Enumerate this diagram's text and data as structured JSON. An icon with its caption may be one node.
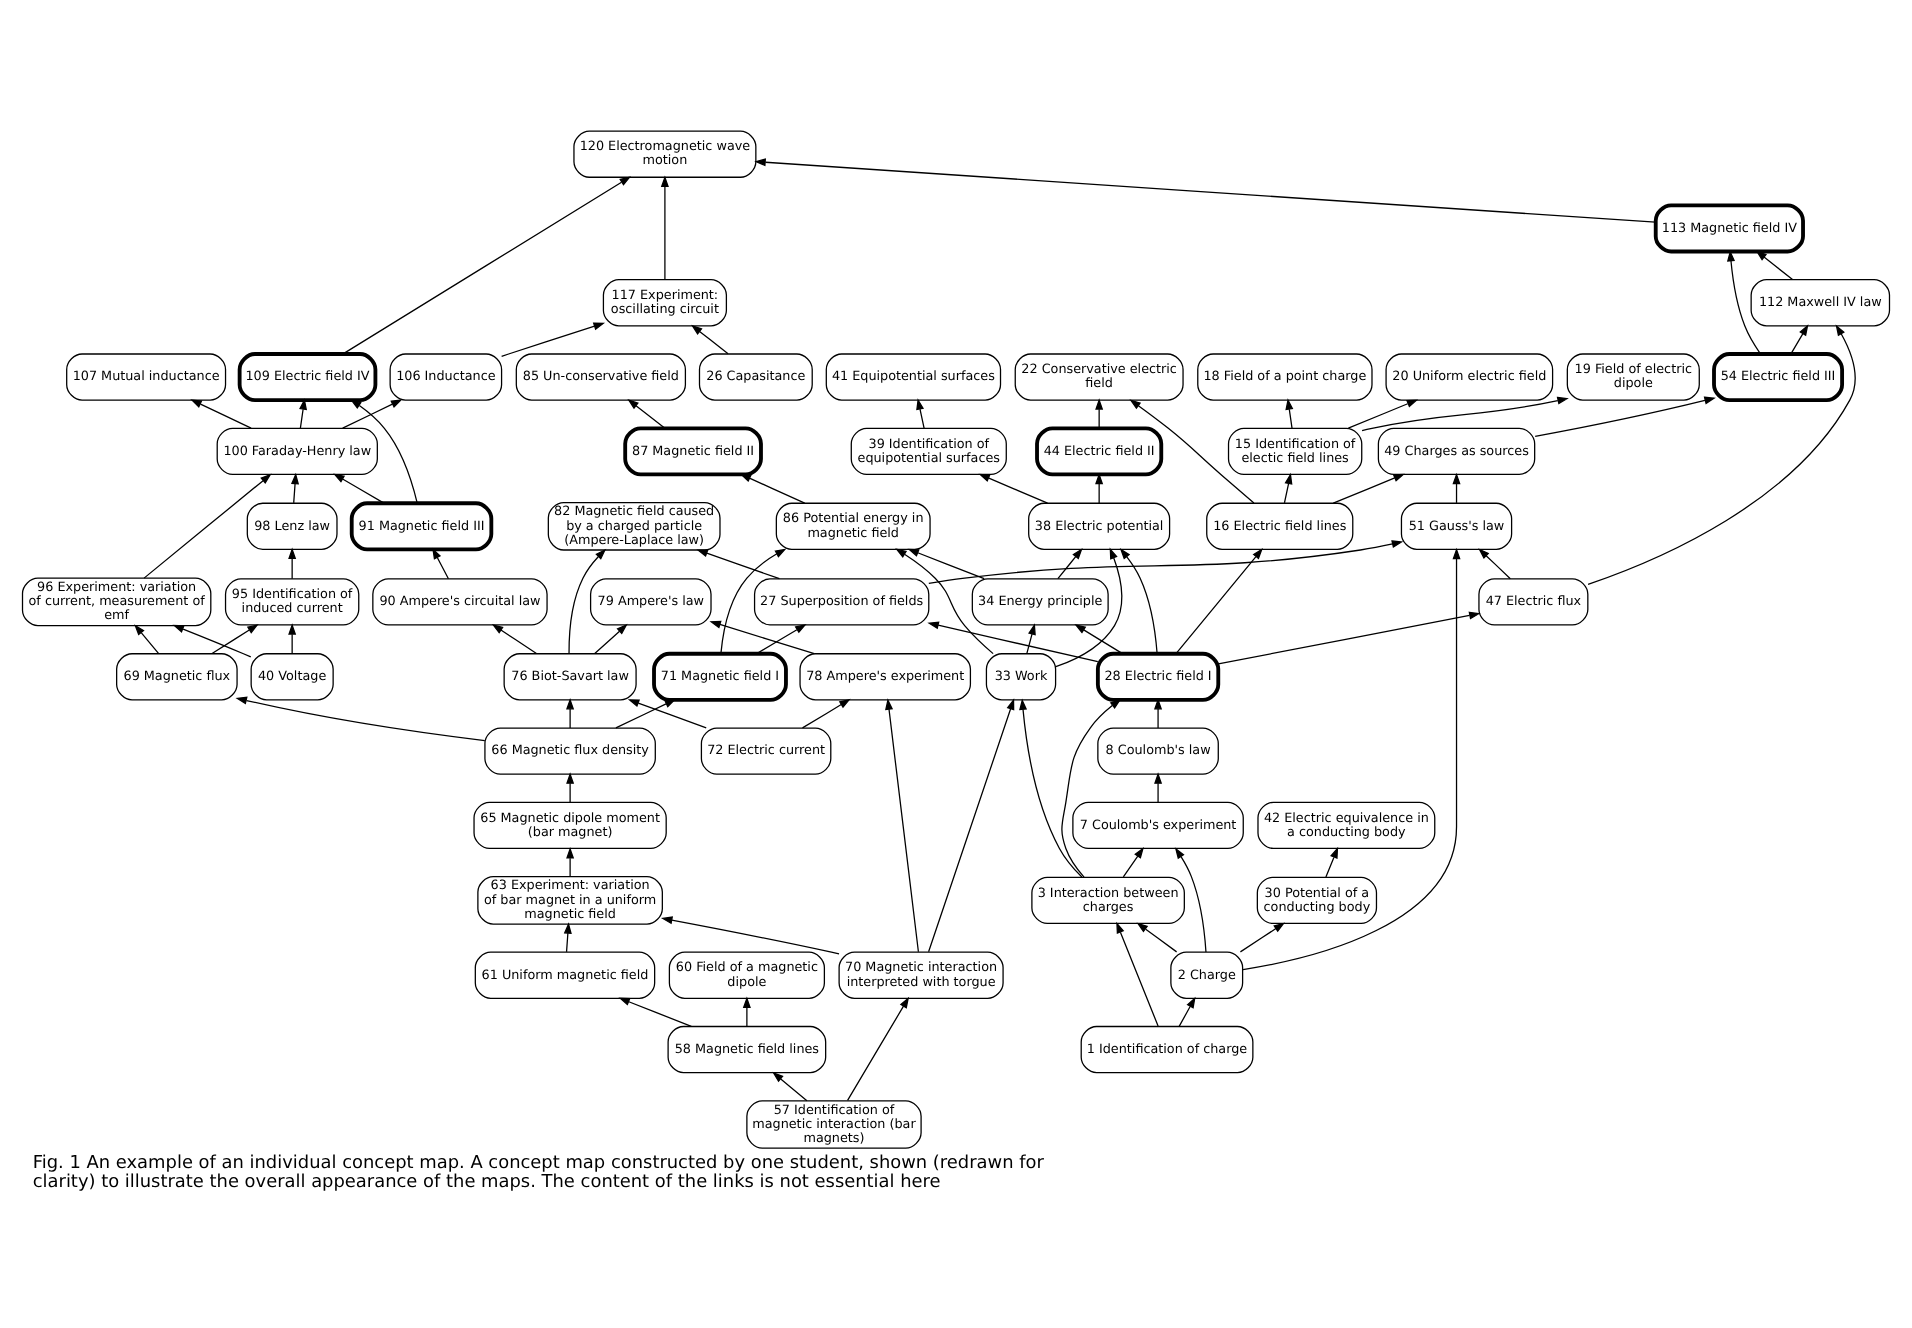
{
  "diagram": {
    "caption": "Fig. 1 An example of an individual concept map. A concept map constructed by one student, shown (redrawn for clarity) to illustrate the overall appearance of the maps. The content of the links is not essential here",
    "nodes": [
      {
        "text": [
          "109 Electric field IV"
        ]
      },
      {
        "text": [
          "112 Maxwell IV law"
        ]
      },
      {
        "text": [
          "120 Electromagnetic wave motion"
        ]
      },
      {
        "text": [
          "100 Faraday-Henry law"
        ]
      },
      {
        "text": [
          "113 Magnetic field IV"
        ]
      },
      {
        "text": [
          "54 Electric field III"
        ]
      },
      {
        "text": [
          "106 Inductance"
        ]
      },
      {
        "text": [
          "26 Capasitance"
        ]
      },
      {
        "text": [
          "117 Experiment: oscillating circuit"
        ]
      },
      {
        "text": [
          "98 Lenz law"
        ]
      },
      {
        "text": [
          "95 Identification of induced current"
        ]
      },
      {
        "text": [
          "107 Mutual inductance"
        ]
      },
      {
        "text": [
          "22 Conservative electric field"
        ]
      },
      {
        "text": [
          "41 Equipotential surfaces"
        ]
      },
      {
        "text": [
          "85 Un-conservative field"
        ]
      },
      {
        "text": [
          "20 Uniform electric field"
        ]
      },
      {
        "text": [
          "19 Field of electric dipole"
        ]
      },
      {
        "text": [
          "96 Experiment: variation of current, measurement of emf"
        ]
      },
      {
        "text": [
          "40 Voltage"
        ]
      },
      {
        "text": [
          "18 Field of a point charge"
        ]
      },
      {
        "text": [
          "15 Identification of electic field lines"
        ]
      },
      {
        "text": [
          "39 Identification of equipotential surfaces"
        ]
      },
      {
        "text": [
          "44 Electric field II"
        ]
      },
      {
        "text": [
          "87 Magnetic field II"
        ]
      },
      {
        "text": [
          "69 Magnetic flux"
        ]
      },
      {
        "text": [
          "90 Ampere's circuital law"
        ]
      },
      {
        "text": [
          "91 Magnetic field III"
        ]
      },
      {
        "text": [
          "49 Charges as sources"
        ]
      },
      {
        "text": [
          "16 Electric field lines"
        ]
      },
      {
        "text": [
          "38 Electric potential"
        ]
      },
      {
        "text": [
          "27 Superposition of fields"
        ]
      },
      {
        "text": [
          "82 Magnetic field caused by a charged particle (Ampere-Laplace law)"
        ]
      },
      {
        "text": [
          "76 Biot-Savart law"
        ]
      },
      {
        "text": [
          "79 Ampere's law"
        ]
      },
      {
        "text": [
          "78 Ampere's experiment"
        ]
      },
      {
        "text": [
          "47 Electric flux"
        ]
      },
      {
        "text": [
          "51 Gauss's law"
        ]
      },
      {
        "text": [
          "34 Energy principle"
        ]
      },
      {
        "text": [
          "86 Potential energy in magnetic field"
        ]
      },
      {
        "text": [
          "71 Magnetic field I"
        ]
      },
      {
        "text": [
          "28 Electric field I"
        ]
      },
      {
        "text": [
          "72 Electric current"
        ]
      },
      {
        "text": [
          "66 Magnetic flux density"
        ]
      },
      {
        "text": [
          "65 Magnetic dipole moment (bar magnet)"
        ]
      },
      {
        "text": [
          "8 Coulomb's law"
        ]
      },
      {
        "text": [
          "33 Work"
        ]
      },
      {
        "text": [
          "63 Experiment: variation of bar magnet in a uniform magnetic field"
        ]
      },
      {
        "text": [
          "61 Uniform magnetic field"
        ]
      },
      {
        "text": [
          "42 Electric equivalence in a conducting body"
        ]
      },
      {
        "text": [
          "7 Coulomb's experiment"
        ]
      },
      {
        "text": [
          "70 Magnetic interaction interpreted with torgue"
        ]
      },
      {
        "text": [
          "58 Magnetic field lines"
        ]
      },
      {
        "text": [
          "60 Field of a magnetic dipole"
        ]
      },
      {
        "text": [
          "30 Potential of a conducting body"
        ]
      },
      {
        "text": [
          "3 Interaction between charges"
        ]
      },
      {
        "text": [
          "2 Charge"
        ]
      },
      {
        "text": [
          "57 Identification of magnetic interaction (bar magnets)"
        ]
      },
      {
        "text": [
          "1 Identification of charge"
        ]
      }
    ],
    "edges": [
      {
        "from": 5,
        "to": 1,
        "arrow": "to"
      },
      {
        "from": 5,
        "to": 4,
        "arrow": "to"
      },
      {
        "from": 1,
        "to": 4,
        "arrow": "to"
      },
      {
        "from": 4,
        "to": 2,
        "arrow": "to"
      },
      {
        "from": 0,
        "to": 2,
        "arrow": "to"
      },
      {
        "from": 8,
        "to": 2,
        "arrow": "to"
      },
      {
        "from": 7,
        "to": 8,
        "arrow": "to"
      },
      {
        "from": 6,
        "to": 8,
        "arrow": "to"
      },
      {
        "from": 3,
        "to": 6,
        "arrow": "to"
      },
      {
        "from": 3,
        "to": 0,
        "arrow": "to"
      },
      {
        "from": 3,
        "to": 11,
        "arrow": "to"
      },
      {
        "from": 17,
        "to": 3,
        "arrow": "to"
      },
      {
        "from": 9,
        "to": 3,
        "arrow": "to"
      },
      {
        "from": 10,
        "to": 9,
        "arrow": "to"
      },
      {
        "from": 18,
        "to": 10,
        "arrow": "to"
      },
      {
        "from": 18,
        "to": 17,
        "arrow": "to"
      },
      {
        "from": 24,
        "to": 17,
        "arrow": "to"
      },
      {
        "from": 24,
        "to": 10,
        "arrow": "to"
      },
      {
        "from": 26,
        "to": 0,
        "arrow": "to"
      },
      {
        "from": 26,
        "to": 3,
        "arrow": "to"
      },
      {
        "from": 25,
        "to": 26,
        "arrow": "to"
      },
      {
        "from": 32,
        "to": 25,
        "arrow": "to"
      },
      {
        "from": 32,
        "to": 31,
        "arrow": "to"
      },
      {
        "from": 32,
        "to": 33,
        "arrow": "to"
      },
      {
        "from": 34,
        "to": 33,
        "arrow": "to"
      },
      {
        "from": 41,
        "to": 34,
        "arrow": "to"
      },
      {
        "from": 41,
        "to": 32,
        "arrow": "to"
      },
      {
        "from": 42,
        "to": 32,
        "arrow": "to"
      },
      {
        "from": 42,
        "to": 24,
        "arrow": "to"
      },
      {
        "from": 42,
        "to": 39,
        "arrow": "to"
      },
      {
        "from": 43,
        "to": 42,
        "arrow": "to"
      },
      {
        "from": 46,
        "to": 43,
        "arrow": "to"
      },
      {
        "from": 47,
        "to": 46,
        "arrow": "to"
      },
      {
        "from": 51,
        "to": 47,
        "arrow": "to"
      },
      {
        "from": 51,
        "to": 52,
        "arrow": "to"
      },
      {
        "from": 56,
        "to": 51,
        "arrow": "to"
      },
      {
        "from": 56,
        "to": 50,
        "arrow": "to"
      },
      {
        "from": 50,
        "to": 46,
        "arrow": "to"
      },
      {
        "from": 50,
        "to": 45,
        "arrow": "to"
      },
      {
        "from": 50,
        "to": 34,
        "arrow": "to"
      },
      {
        "from": 39,
        "to": 38,
        "arrow": "to"
      },
      {
        "from": 39,
        "to": 30,
        "arrow": "to"
      },
      {
        "from": 38,
        "to": 23,
        "arrow": "to"
      },
      {
        "from": 23,
        "to": 14,
        "arrow": "to"
      },
      {
        "from": 30,
        "to": 31,
        "arrow": "to"
      },
      {
        "from": 45,
        "to": 38,
        "arrow": "to"
      },
      {
        "from": 37,
        "to": 38,
        "arrow": "to"
      },
      {
        "from": 45,
        "to": 37,
        "arrow": "to"
      },
      {
        "from": 45,
        "to": 29,
        "arrow": "to"
      },
      {
        "from": 37,
        "to": 29,
        "arrow": "to"
      },
      {
        "from": 40,
        "to": 29,
        "arrow": "to"
      },
      {
        "from": 40,
        "to": 30,
        "arrow": "to"
      },
      {
        "from": 30,
        "to": 36,
        "arrow": "to"
      },
      {
        "from": 40,
        "to": 37,
        "arrow": "to"
      },
      {
        "from": 40,
        "to": 28,
        "arrow": "to"
      },
      {
        "from": 40,
        "to": 35,
        "arrow": "to"
      },
      {
        "from": 35,
        "to": 36,
        "arrow": "to"
      },
      {
        "from": 35,
        "to": 1,
        "arrow": "to"
      },
      {
        "from": 36,
        "to": 27,
        "arrow": "to"
      },
      {
        "from": 27,
        "to": 5,
        "arrow": "to"
      },
      {
        "from": 28,
        "to": 27,
        "arrow": "to"
      },
      {
        "from": 28,
        "to": 20,
        "arrow": "to"
      },
      {
        "from": 28,
        "to": 12,
        "arrow": "to"
      },
      {
        "from": 20,
        "to": 19,
        "arrow": "to"
      },
      {
        "from": 20,
        "to": 16,
        "arrow": "to"
      },
      {
        "from": 20,
        "to": 15,
        "arrow": "to"
      },
      {
        "from": 22,
        "to": 12,
        "arrow": "to"
      },
      {
        "from": 29,
        "to": 22,
        "arrow": "to"
      },
      {
        "from": 29,
        "to": 21,
        "arrow": "to"
      },
      {
        "from": 21,
        "to": 13,
        "arrow": "to"
      },
      {
        "from": 44,
        "to": 40,
        "arrow": "to"
      },
      {
        "from": 49,
        "to": 44,
        "arrow": "to"
      },
      {
        "from": 54,
        "to": 49,
        "arrow": "to"
      },
      {
        "from": 54,
        "to": 40,
        "arrow": "to"
      },
      {
        "from": 54,
        "to": 45,
        "arrow": "to"
      },
      {
        "from": 55,
        "to": 54,
        "arrow": "to"
      },
      {
        "from": 55,
        "to": 49,
        "arrow": "to"
      },
      {
        "from": 55,
        "to": 53,
        "arrow": "to"
      },
      {
        "from": 53,
        "to": 48,
        "arrow": "to"
      },
      {
        "from": 55,
        "to": 36,
        "arrow": "to"
      },
      {
        "from": 57,
        "to": 55,
        "arrow": "to"
      },
      {
        "from": 57,
        "to": 54,
        "arrow": "to"
      }
    ]
  }
}
